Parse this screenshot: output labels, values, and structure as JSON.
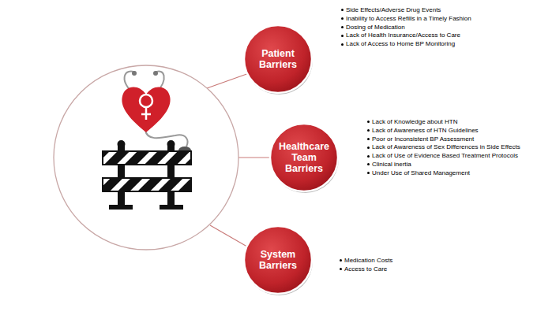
{
  "diagram": {
    "nodes": [
      {
        "text": [
          "Patient Barriers"
        ]
      },
      {
        "text": [
          "Healthcare Team Barriers"
        ]
      },
      {
        "text": [
          "System Barriers"
        ]
      }
    ],
    "labels": [
      "Side Effects/Adverse Drug Events",
      "Inability to Access Refills in a Timely Fashion",
      "Dosing of Medication",
      "Lack of Health Insurance/Access to Care",
      "Lack of Access to Home BP Monitoring",
      "Lack of Knowledge  about HTN",
      "Lack of Awareness of HTN Guidelines",
      "Poor or Inconsistent BP Assessment",
      "Lack of Awareness of Sex Differences in Side Effects",
      "Lack of Use of Evidence Based  Treatment Protocols",
      "Clinical inertia",
      "Under Use of Shared Management",
      "Medication Costs",
      "Access to Care"
    ]
  }
}
